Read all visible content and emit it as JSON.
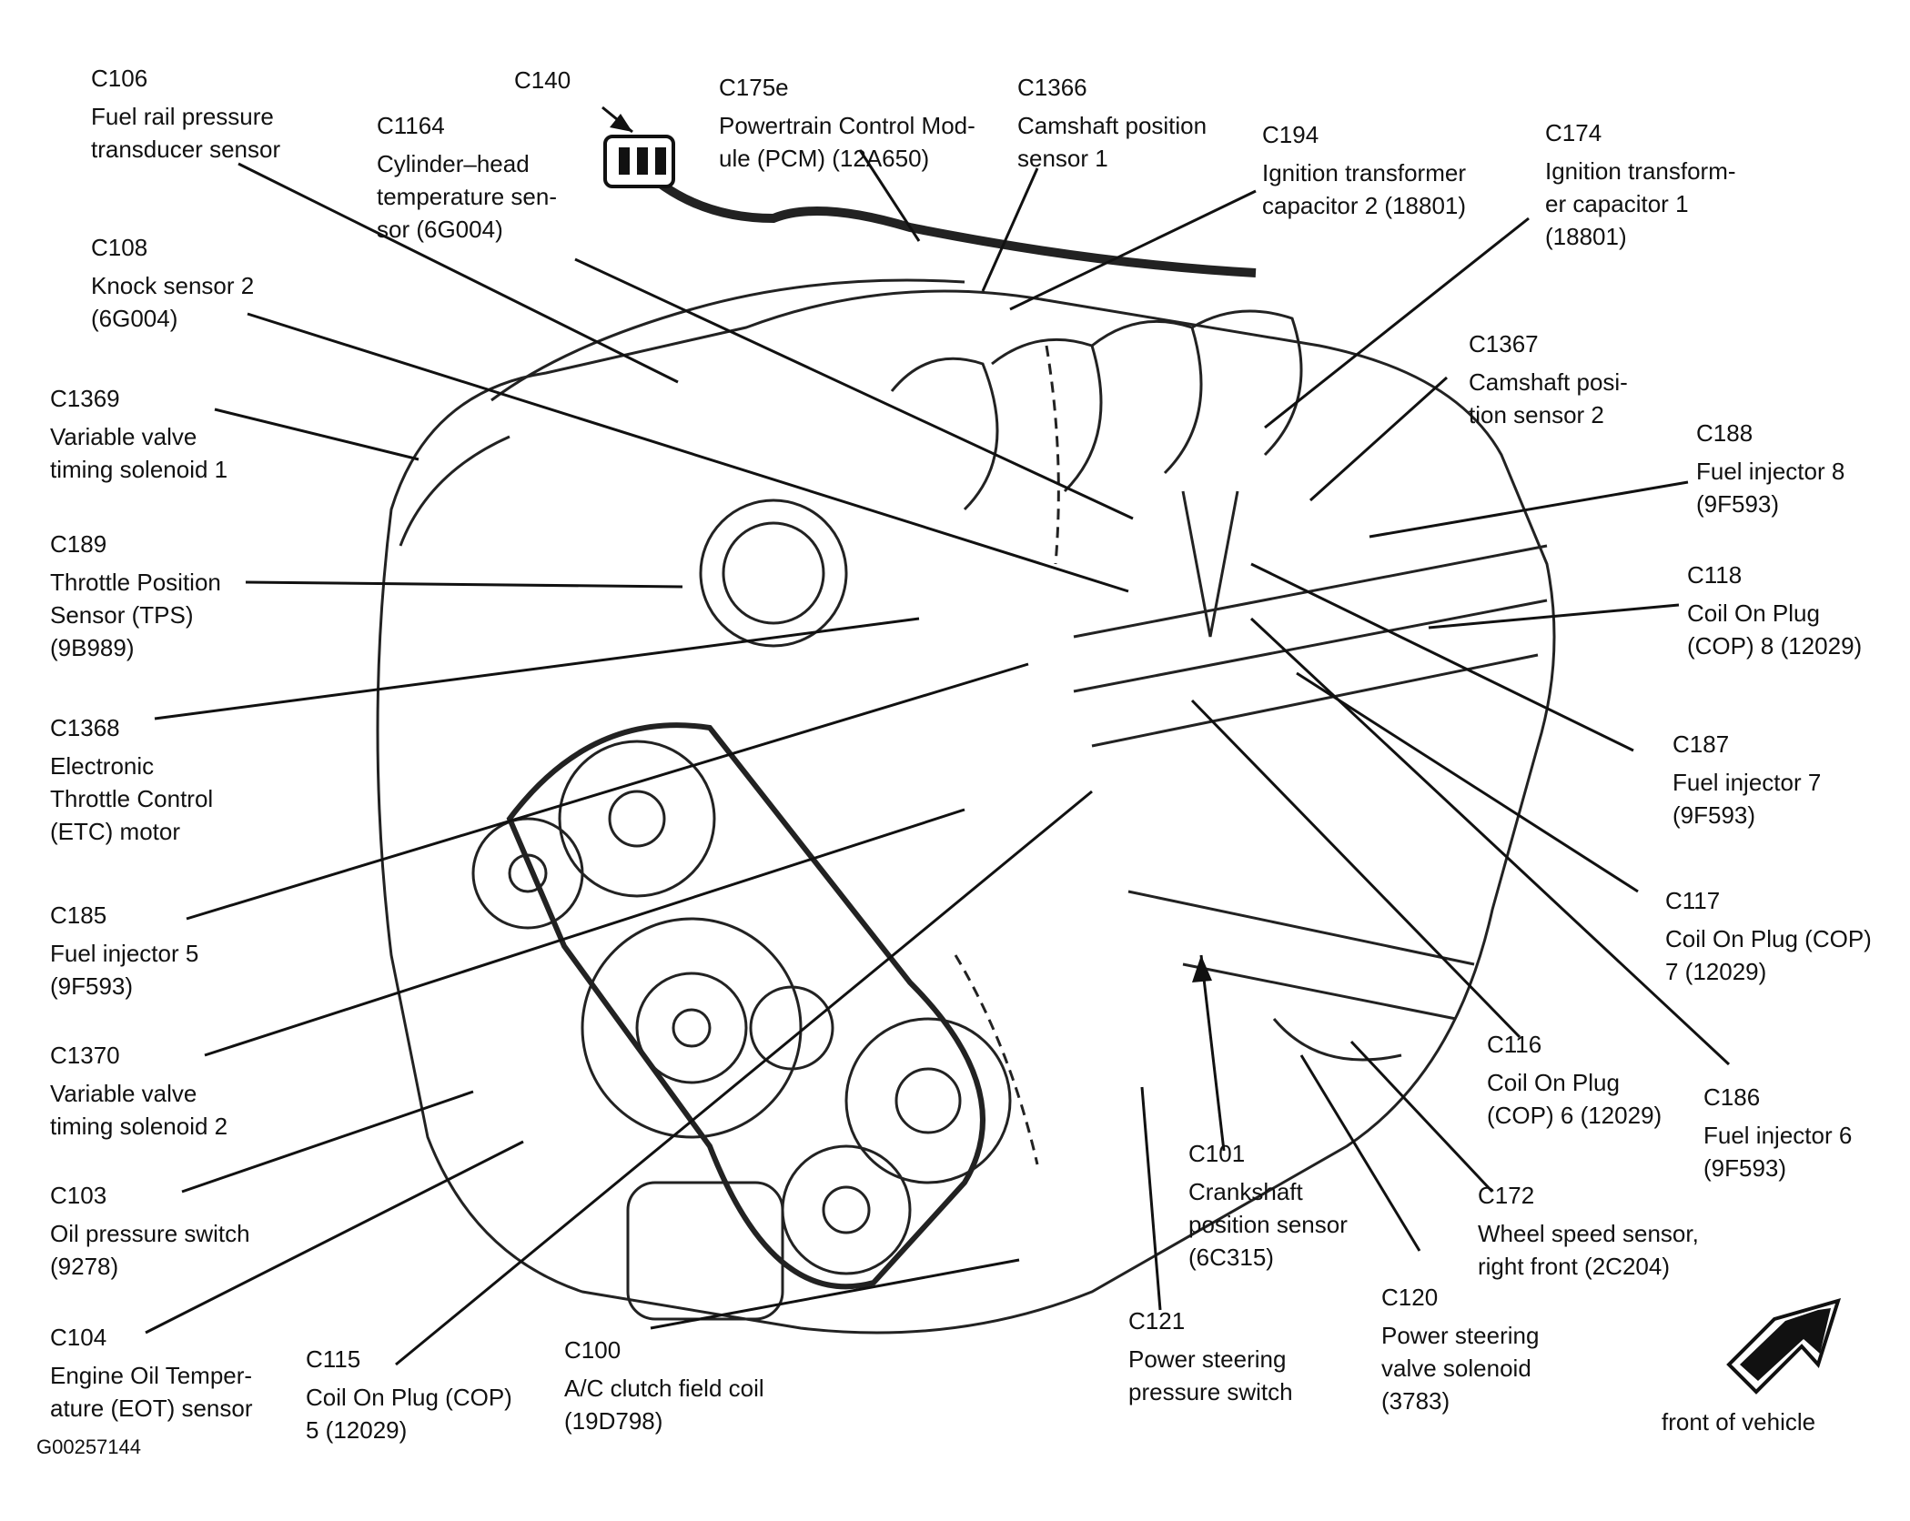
{
  "figure_id": "G00257144",
  "front_label": "front of vehicle",
  "icons": {
    "front_arrow": "arrow-up-right-icon",
    "connector": "electrical-connector-icon"
  },
  "callouts": [
    {
      "id": "c106",
      "code": "C106",
      "lines": [
        "Fuel rail pressure",
        "transducer sensor"
      ]
    },
    {
      "id": "c140",
      "code": "C140",
      "lines": []
    },
    {
      "id": "c175e",
      "code": "C175e",
      "lines": [
        "Powertrain Control Mod-",
        "ule (PCM) (12A650)"
      ]
    },
    {
      "id": "c1366",
      "code": "C1366",
      "lines": [
        "Camshaft position",
        "sensor 1"
      ]
    },
    {
      "id": "c194",
      "code": "C194",
      "lines": [
        "Ignition transformer",
        "capacitor 2 (18801)"
      ]
    },
    {
      "id": "c174",
      "code": "C174",
      "lines": [
        "Ignition transform-",
        "er capacitor 1",
        "(18801)"
      ]
    },
    {
      "id": "c1164",
      "code": "C1164",
      "lines": [
        "Cylinder–head",
        "temperature sen-",
        "sor (6G004)"
      ]
    },
    {
      "id": "c108",
      "code": "C108",
      "lines": [
        "Knock sensor 2",
        "(6G004)"
      ]
    },
    {
      "id": "c1367",
      "code": "C1367",
      "lines": [
        "Camshaft posi-",
        "tion sensor 2"
      ]
    },
    {
      "id": "c1369",
      "code": "C1369",
      "lines": [
        "Variable valve",
        "timing solenoid 1"
      ]
    },
    {
      "id": "c188",
      "code": "C188",
      "lines": [
        "Fuel injector 8",
        "(9F593)"
      ]
    },
    {
      "id": "c189",
      "code": "C189",
      "lines": [
        "Throttle Position",
        "Sensor (TPS)",
        "(9B989)"
      ]
    },
    {
      "id": "c118",
      "code": "C118",
      "lines": [
        "Coil On Plug",
        "(COP) 8 (12029)"
      ]
    },
    {
      "id": "c1368",
      "code": "C1368",
      "lines": [
        "Electronic",
        "Throttle Control",
        "(ETC) motor"
      ]
    },
    {
      "id": "c187",
      "code": "C187",
      "lines": [
        "Fuel injector 7",
        "(9F593)"
      ]
    },
    {
      "id": "c117",
      "code": "C117",
      "lines": [
        "Coil On Plug (COP)",
        "7 (12029)"
      ]
    },
    {
      "id": "c185",
      "code": "C185",
      "lines": [
        "Fuel injector 5",
        "(9F593)"
      ]
    },
    {
      "id": "c116",
      "code": "C116",
      "lines": [
        "Coil On Plug",
        "(COP) 6 (12029)"
      ]
    },
    {
      "id": "c1370",
      "code": "C1370",
      "lines": [
        "Variable valve",
        "timing solenoid 2"
      ]
    },
    {
      "id": "c186",
      "code": "C186",
      "lines": [
        "Fuel injector 6",
        "(9F593)"
      ]
    },
    {
      "id": "c101",
      "code": "C101",
      "lines": [
        "Crankshaft",
        "position sensor",
        "(6C315)"
      ]
    },
    {
      "id": "c103",
      "code": "C103",
      "lines": [
        "Oil pressure switch",
        "(9278)"
      ]
    },
    {
      "id": "c172",
      "code": "C172",
      "lines": [
        "Wheel speed sensor,",
        "right front (2C204)"
      ]
    },
    {
      "id": "c120",
      "code": "C120",
      "lines": [
        "Power steering",
        "valve solenoid",
        "(3783)"
      ]
    },
    {
      "id": "c104",
      "code": "C104",
      "lines": [
        "Engine Oil Temper-",
        "ature (EOT) sensor"
      ]
    },
    {
      "id": "c121",
      "code": "C121",
      "lines": [
        "Power steering",
        "pressure switch"
      ]
    },
    {
      "id": "c115",
      "code": "C115",
      "lines": [
        "Coil On Plug (COP)",
        "5 (12029)"
      ]
    },
    {
      "id": "c100",
      "code": "C100",
      "lines": [
        "A/C clutch field coil",
        "(19D798)"
      ]
    }
  ]
}
